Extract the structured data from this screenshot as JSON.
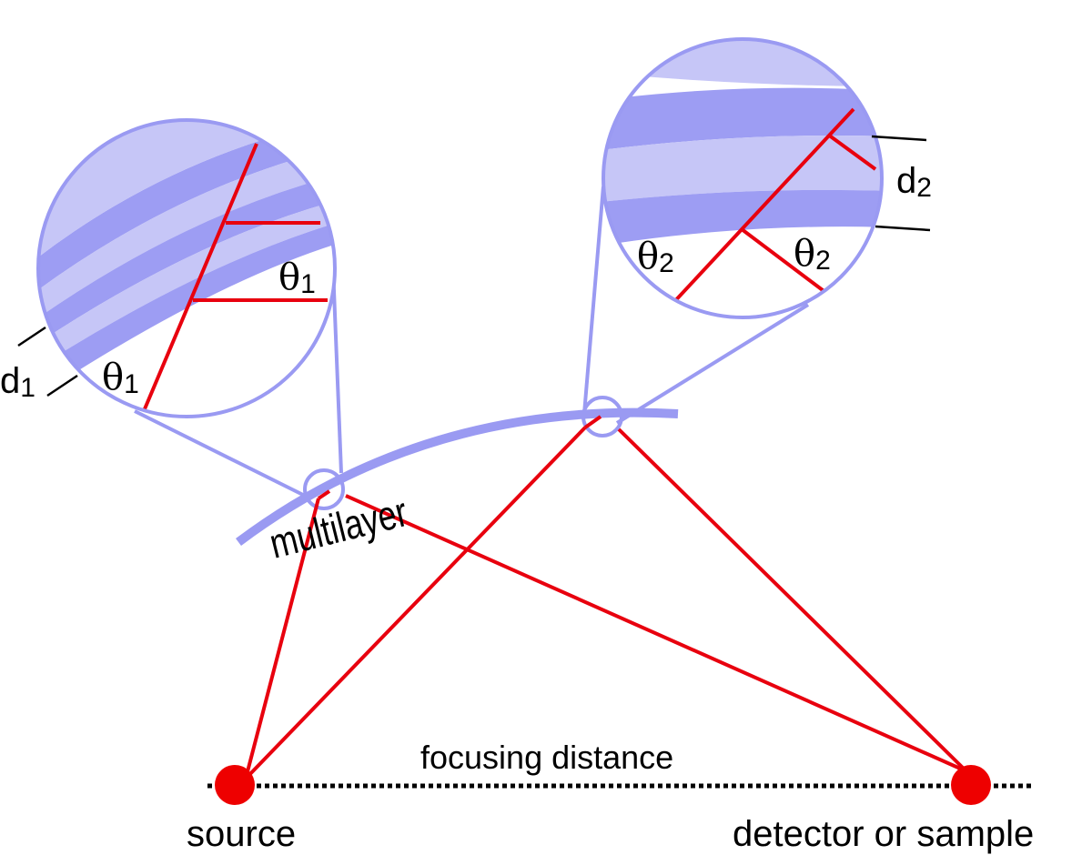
{
  "labels": {
    "multilayer": "multilayer",
    "focusing_distance": "focusing distance",
    "source": "source",
    "detector": "detector or sample",
    "theta": "θ",
    "d": "d",
    "sub1": "1",
    "sub2": "2"
  },
  "colors": {
    "beam": "#e8000e",
    "multilayer": "#9a9af2",
    "layer_light": "#c6c6f7",
    "layer_dark": "#9d9df3",
    "outline": "#9a9af2",
    "point": "#ee0000",
    "text": "#000000"
  }
}
